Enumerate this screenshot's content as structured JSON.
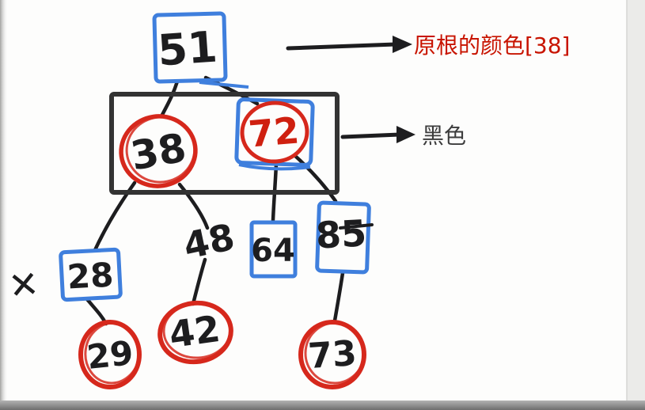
{
  "scene": "hand-drawn red-black tree sketch on whiteboard",
  "nodes": {
    "n51": "51",
    "n38": "38",
    "n72": "72",
    "n28": "28",
    "n48": "48",
    "n64": "64",
    "n85": "85",
    "n29": "29",
    "n42": "42",
    "n73": "73"
  },
  "annotations": {
    "root_color": "原根的颜色[38]",
    "black": "黑色",
    "x_mark": "✕"
  },
  "colors": {
    "marker_blue": "#3f7fdd",
    "marker_red": "#d6281c",
    "ink_black": "#1d1d1f",
    "red_digit": "#cf2010",
    "annotation_red": "#c81400",
    "annotation_gray": "#3c3c3c",
    "frame_black": "#333333"
  }
}
